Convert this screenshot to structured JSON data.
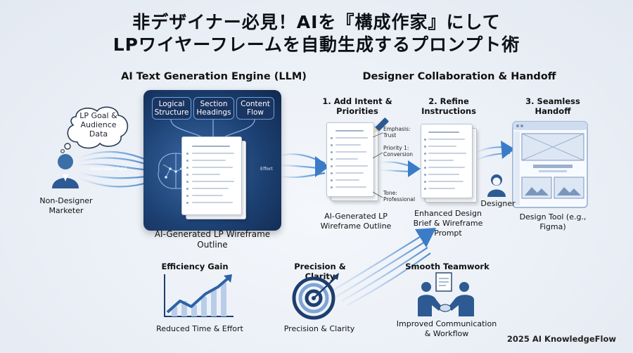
{
  "title": {
    "line1": "非デザイナー必見！AIを『構成作家』にして",
    "line2": "LPワイヤーフレームを自動生成するプロンプト術"
  },
  "left": {
    "bubble": "LP Goal & Audience Data",
    "person_label": "Non-Designer Marketer",
    "glow_text": "Generative light"
  },
  "engine": {
    "heading": "AI Text Generation Engine (LLM)",
    "tags": [
      "Logical Structure",
      "Section Headings",
      "Content Flow"
    ],
    "caption": "AI-Generated LP Wireframe Outline",
    "flow_text": "Effort"
  },
  "collab": {
    "heading": "Designer Collaboration & Handoff",
    "steps": [
      {
        "title": "1. Add Intent & Priorities",
        "caption": "AI-Generated LP Wireframe Outline"
      },
      {
        "title": "2. Refine Instructions",
        "caption": "Enhanced Design Brief & Wireframe Prompt"
      },
      {
        "title": "3. Seamless Handoff",
        "caption": "Design Tool (e.g., Figma)"
      }
    ],
    "notes": [
      "Emphasis: Trust",
      "Priority 1: Conversion",
      "Tone: Professional"
    ],
    "designer_label": "Designer"
  },
  "benefits": [
    {
      "title": "Efficiency Gain",
      "caption": "Reduced Time & Effort"
    },
    {
      "title": "Precision & Clarity",
      "caption": "Precision & Clarity"
    },
    {
      "title": "Smooth Teamwork",
      "caption": "Improved Communication & Workflow"
    }
  ],
  "footer": "2025 AI KnowledgeFlow",
  "colors": {
    "navy": "#1d4173",
    "accent": "#3a7cc7",
    "light_blue": "#9ec3ee"
  }
}
